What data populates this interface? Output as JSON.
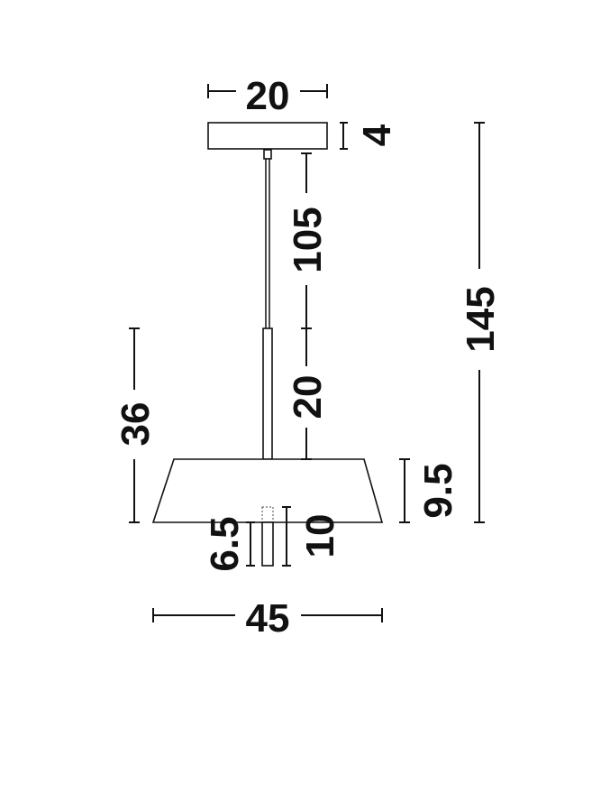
{
  "dimensions": {
    "canopy_width": "20",
    "canopy_height": "4",
    "cable_length": "105",
    "rod_length": "20",
    "total_height": "145",
    "body_height": "36",
    "shade_height": "9.5",
    "diffuser_height": "10",
    "diffuser_offset": "6.5",
    "shade_width": "45"
  },
  "colors": {
    "ink": "#111111",
    "background": "#ffffff"
  }
}
